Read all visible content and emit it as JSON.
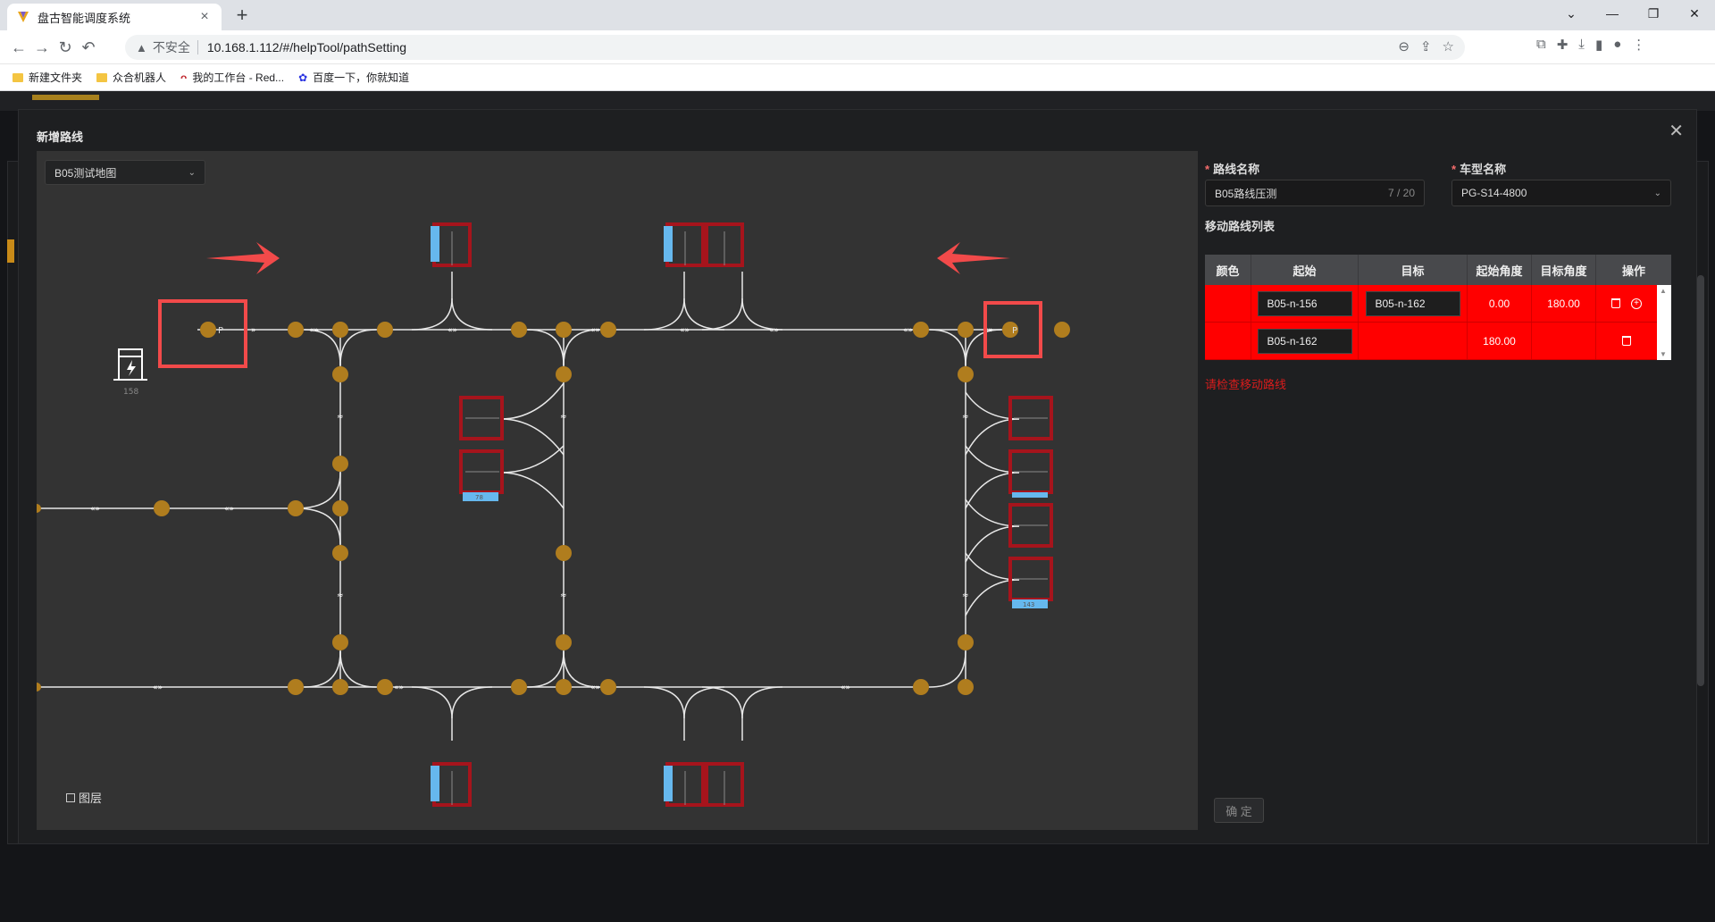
{
  "browser": {
    "tab_title": "盘古智能调度系统",
    "new_tab": "+",
    "url": "10.168.1.112/#/helpTool/pathSetting",
    "insecure_label": "不安全",
    "bookmarks": [
      {
        "label": "新建文件夹"
      },
      {
        "label": "众合机器人"
      },
      {
        "label": "我的工作台 - Red..."
      },
      {
        "label": "百度一下，你就知道"
      }
    ]
  },
  "modal": {
    "title": "新增路线",
    "map_select": "B05测试地图",
    "layer_button": "图层",
    "charger_id": "158",
    "station_labels": {
      "left_marker": "P",
      "right_marker": "P",
      "mid_label": "78",
      "right_label_1": "143"
    }
  },
  "form": {
    "route_name_label": "路线名称",
    "route_name_value": "B05路线压测",
    "route_name_count": "7 / 20",
    "vehicle_label": "车型名称",
    "vehicle_value": "PG-S14-4800",
    "list_title": "移动路线列表",
    "columns": [
      "颜色",
      "起始",
      "目标",
      "起始角度",
      "目标角度",
      "操作"
    ],
    "rows": [
      {
        "start": "B05-n-156",
        "target": "B05-n-162",
        "start_angle": "0.00",
        "target_angle": "180.00"
      },
      {
        "start": "B05-n-162",
        "target": "",
        "start_angle": "180.00",
        "target_angle": ""
      }
    ],
    "error_text": "请检查移动路线",
    "ok_button": "确 定"
  },
  "colors": {
    "accent_red": "#ff0000",
    "node_gold": "#b07d1e",
    "station_red": "#a6141c",
    "station_blue": "#66b8ee"
  }
}
